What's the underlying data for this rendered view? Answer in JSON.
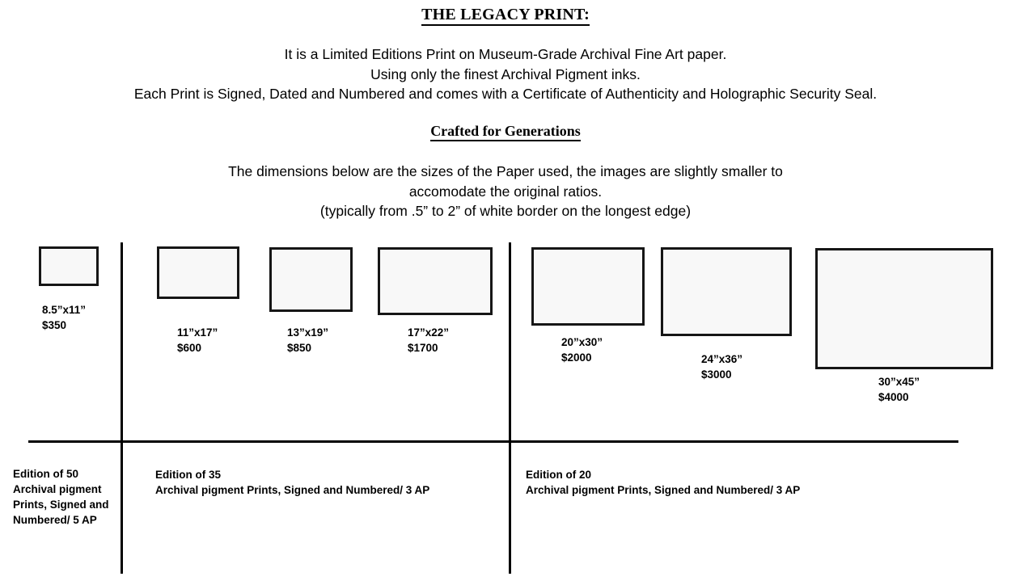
{
  "header": {
    "title": "THE LEGACY PRINT:",
    "intro_lines": [
      "It is a Limited Editions Print on Museum-Grade Archival Fine Art paper.",
      "Using only the finest Archival Pigment inks.",
      "Each Print is Signed, Dated and Numbered  and comes with a Certificate of Authenticity and Holographic Security Seal."
    ],
    "subtitle": "Crafted for Generations",
    "dimension_note_lines": [
      "The dimensions below are the sizes of the Paper used, the images are slightly smaller to",
      "accomodate the original ratios.",
      "(typically from .5” to 2” of white border on the longest edge)"
    ]
  },
  "sizes": [
    {
      "dimensions": "8.5”x11”",
      "price": "$350"
    },
    {
      "dimensions": "11”x17”",
      "price": "$600"
    },
    {
      "dimensions": "13”x19”",
      "price": "$850"
    },
    {
      "dimensions": "17”x22”",
      "price": "$1700"
    },
    {
      "dimensions": "20”x30”",
      "price": "$2000"
    },
    {
      "dimensions": "24”x36”",
      "price": "$3000"
    },
    {
      "dimensions": "30”x45”",
      "price": "$4000"
    }
  ],
  "editions": [
    {
      "count_label": "Edition of 50",
      "description": "Archival pigment Prints, Signed and Numbered/ 5 AP"
    },
    {
      "count_label": "Edition of 35",
      "description": "Archival pigment Prints, Signed and Numbered/ 3 AP"
    },
    {
      "count_label": "Edition of 20",
      "description": "Archival pigment Prints, Signed and Numbered/ 3 AP"
    }
  ],
  "colors": {
    "ink": "#000000",
    "box_fill": "#f8f8f8",
    "box_border": "#161616",
    "page_background": "#ffffff"
  }
}
